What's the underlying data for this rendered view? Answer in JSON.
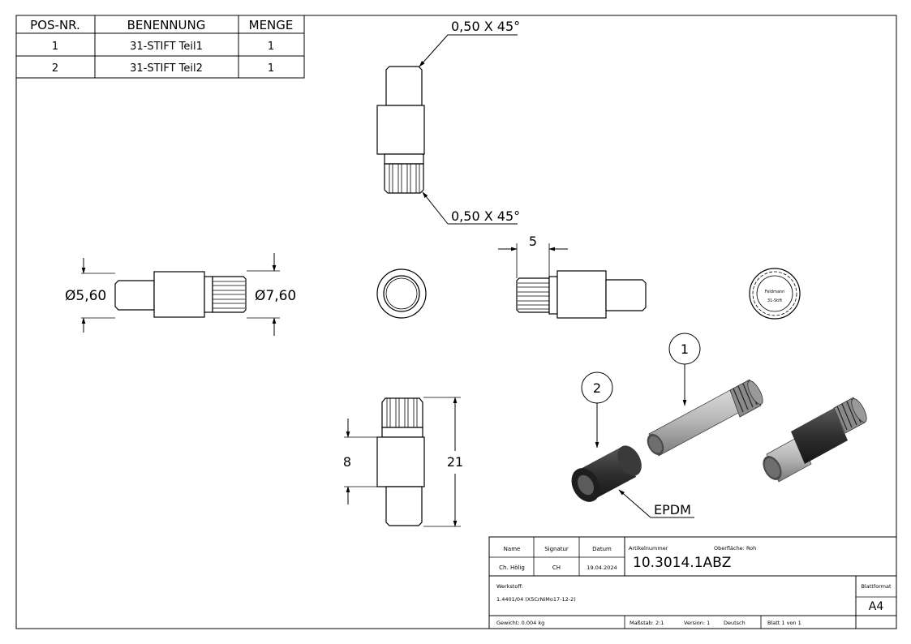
{
  "bom": {
    "headers": [
      "POS-NR.",
      "BENENNUNG",
      "MENGE"
    ],
    "rows": [
      {
        "pos": "1",
        "name": "31-STIFT Teil1",
        "qty": "1"
      },
      {
        "pos": "2",
        "name": "31-STIFT Teil2",
        "qty": "1"
      }
    ]
  },
  "annotations": {
    "chamfer_top": "0,50 X 45°",
    "chamfer_bottom": "0,50 X 45°",
    "dia_small": "Ø5,60",
    "dia_large": "Ø7,60",
    "dim_knurl": "5",
    "dim_sleeve": "8",
    "dim_total": "21",
    "material_label": "EPDM",
    "balloon_1": "1",
    "balloon_2": "2",
    "emboss_line1": "Feldmann",
    "emboss_line2": "31-Stift"
  },
  "title_block": {
    "h_name": "Name",
    "h_signatur": "Signatur",
    "h_datum": "Datum",
    "name": "Ch. Hölig",
    "signatur": "CH",
    "datum": "19.04.2024",
    "artikel_label": "Artikelnummer",
    "oberflaeche": "Oberfläche: Roh",
    "artikel_nr": "10.3014.1ABZ",
    "werkstoff_label": "Werkstoff:",
    "werkstoff": "1.4401/04 (X5CrNiMo17-12-2)",
    "blattformat_label": "Blattformat",
    "blattformat": "A4",
    "gewicht": "Gewicht: 0.004 kg",
    "massstab": "Maßstab: 2:1",
    "version": "Version: 1",
    "sprache": "Deutsch",
    "blatt": "Blatt 1 von 1"
  }
}
